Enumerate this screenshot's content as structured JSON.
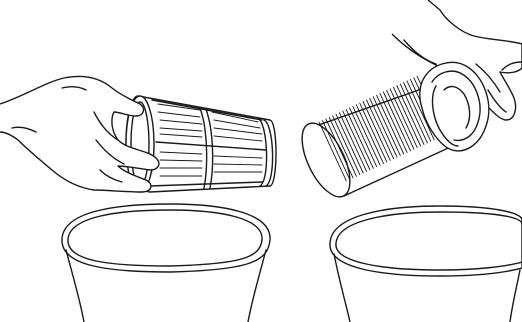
{
  "figure": {
    "panels": [
      {
        "id": "left",
        "parts": [
          "hand",
          "mesh-prefilter",
          "dust-container"
        ]
      },
      {
        "id": "right",
        "parts": [
          "hand",
          "pleated-filter",
          "dust-container"
        ]
      }
    ],
    "colors": {
      "stroke": "#1a1a1a",
      "background": "#ffffff"
    }
  }
}
